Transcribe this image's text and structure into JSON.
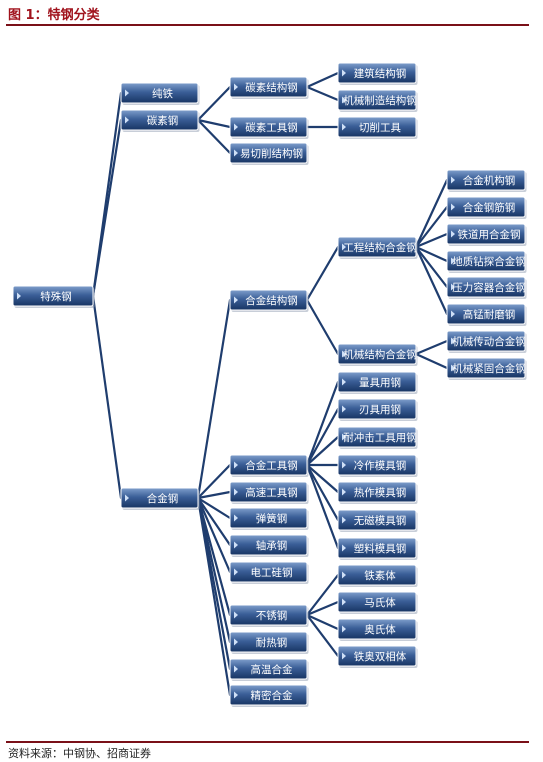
{
  "header": {
    "figure_title": "图 1：特钢分类"
  },
  "footer": {
    "source": "资料来源：中钢协、招商证券"
  },
  "colors": {
    "node_fill_top": "#5b7fb4",
    "node_fill_bottom": "#1d3a6e",
    "link": "#1f3d6e",
    "title": "#a0121c"
  },
  "tree": {
    "root": "特殊钢",
    "level1": [
      {
        "id": "pure_iron",
        "label": "纯铁",
        "children": []
      },
      {
        "id": "carbon_steel",
        "label": "碳素钢",
        "children": [
          {
            "id": "carbon_struct",
            "label": "碳素结构钢",
            "children": [
              {
                "id": "construction",
                "label": "建筑结构钢"
              },
              {
                "id": "mech_manu",
                "label": "机械制造结构钢"
              }
            ]
          },
          {
            "id": "carbon_tool",
            "label": "碳素工具钢",
            "children": [
              {
                "id": "cutting_tool",
                "label": "切削工具"
              }
            ]
          },
          {
            "id": "free_cutting",
            "label": "易切削结构钢",
            "children": []
          }
        ]
      },
      {
        "id": "alloy_steel",
        "label": "合金钢",
        "children": [
          {
            "id": "alloy_struct",
            "label": "合金结构钢",
            "children": [
              {
                "id": "eng_struct",
                "label": "工程结构合金钢",
                "children": [
                  {
                    "id": "a1",
                    "label": "合金机构钢"
                  },
                  {
                    "id": "a2",
                    "label": "合金钢筋钢"
                  },
                  {
                    "id": "a3",
                    "label": "铁道用合金钢"
                  },
                  {
                    "id": "a4",
                    "label": "地质钻探合金钢"
                  },
                  {
                    "id": "a5",
                    "label": "压力容器合金钢"
                  },
                  {
                    "id": "a6",
                    "label": "高锰耐磨钢"
                  }
                ]
              },
              {
                "id": "mech_struct",
                "label": "机械结构合金钢",
                "children": [
                  {
                    "id": "m1",
                    "label": "机械传动合金钢"
                  },
                  {
                    "id": "m2",
                    "label": "机械紧固合金钢"
                  }
                ]
              }
            ]
          },
          {
            "id": "alloy_tool",
            "label": "合金工具钢",
            "children": [
              {
                "id": "t1",
                "label": "量具用钢"
              },
              {
                "id": "t2",
                "label": "刃具用钢"
              },
              {
                "id": "t3",
                "label": "耐冲击工具用钢"
              },
              {
                "id": "t4",
                "label": "冷作模具钢"
              },
              {
                "id": "t5",
                "label": "热作模具钢"
              },
              {
                "id": "t6",
                "label": "无磁模具钢"
              },
              {
                "id": "t7",
                "label": "塑料模具钢"
              }
            ]
          },
          {
            "id": "high_speed",
            "label": "高速工具钢",
            "children": []
          },
          {
            "id": "spring",
            "label": "弹簧钢",
            "children": []
          },
          {
            "id": "bearing",
            "label": "轴承钢",
            "children": []
          },
          {
            "id": "silicon",
            "label": "电工硅钢",
            "children": []
          },
          {
            "id": "stainless",
            "label": "不锈钢",
            "children": [
              {
                "id": "s1",
                "label": "铁素体"
              },
              {
                "id": "s2",
                "label": "马氏体"
              },
              {
                "id": "s3",
                "label": "奥氏体"
              },
              {
                "id": "s4",
                "label": "铁奥双相体"
              }
            ]
          },
          {
            "id": "heat_res",
            "label": "耐热钢",
            "children": []
          },
          {
            "id": "superalloy",
            "label": "高温合金",
            "children": []
          },
          {
            "id": "precision",
            "label": "精密合金",
            "children": []
          }
        ]
      }
    ]
  }
}
